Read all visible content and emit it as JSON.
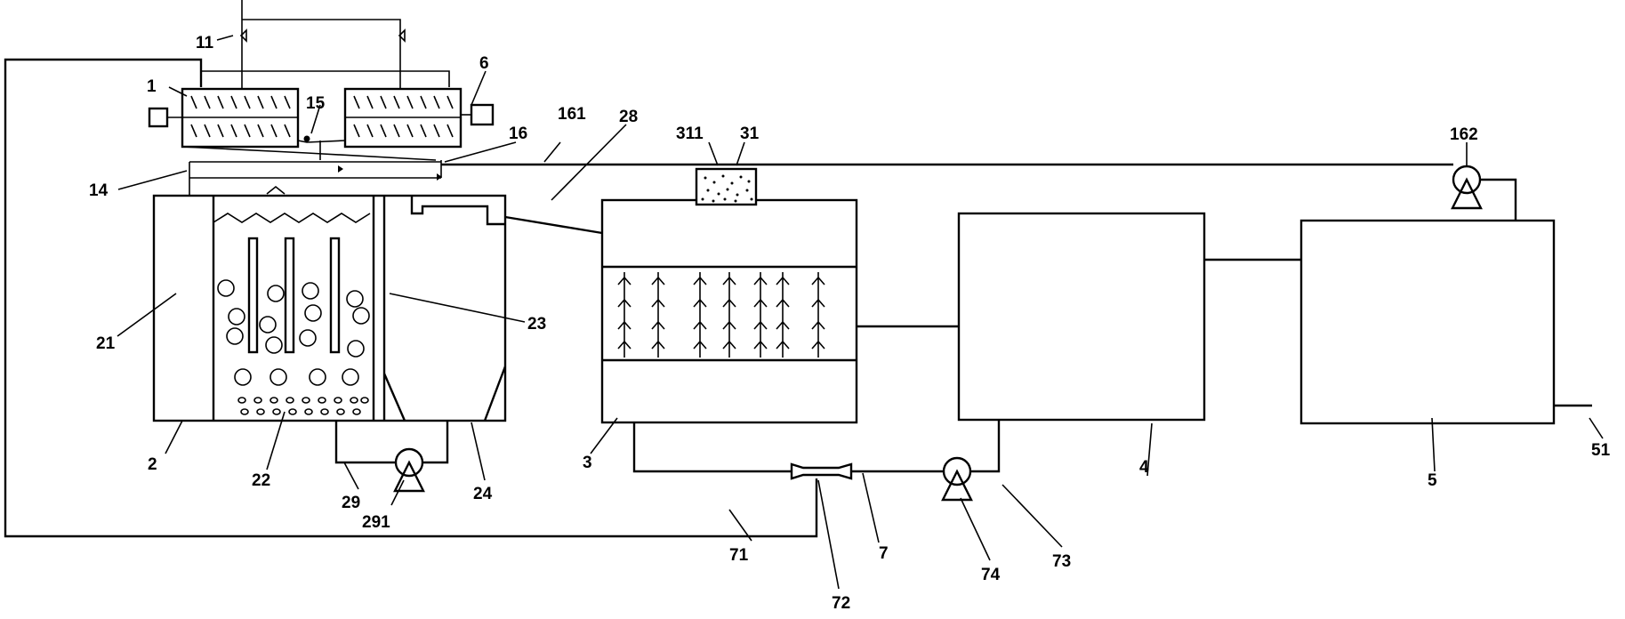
{
  "labels": {
    "l1": "1",
    "l6": "6",
    "l11": "11",
    "l14": "14",
    "l15": "15",
    "l16": "16",
    "l161": "161",
    "l162": "162",
    "l2": "2",
    "l21": "21",
    "l22": "22",
    "l23": "23",
    "l24": "24",
    "l28": "28",
    "l29": "29",
    "l291": "291",
    "l3": "3",
    "l31": "31",
    "l311": "311",
    "l4": "4",
    "l5": "5",
    "l51": "51",
    "l7": "7",
    "l71": "71",
    "l72": "72",
    "l73": "73",
    "l74": "74"
  }
}
